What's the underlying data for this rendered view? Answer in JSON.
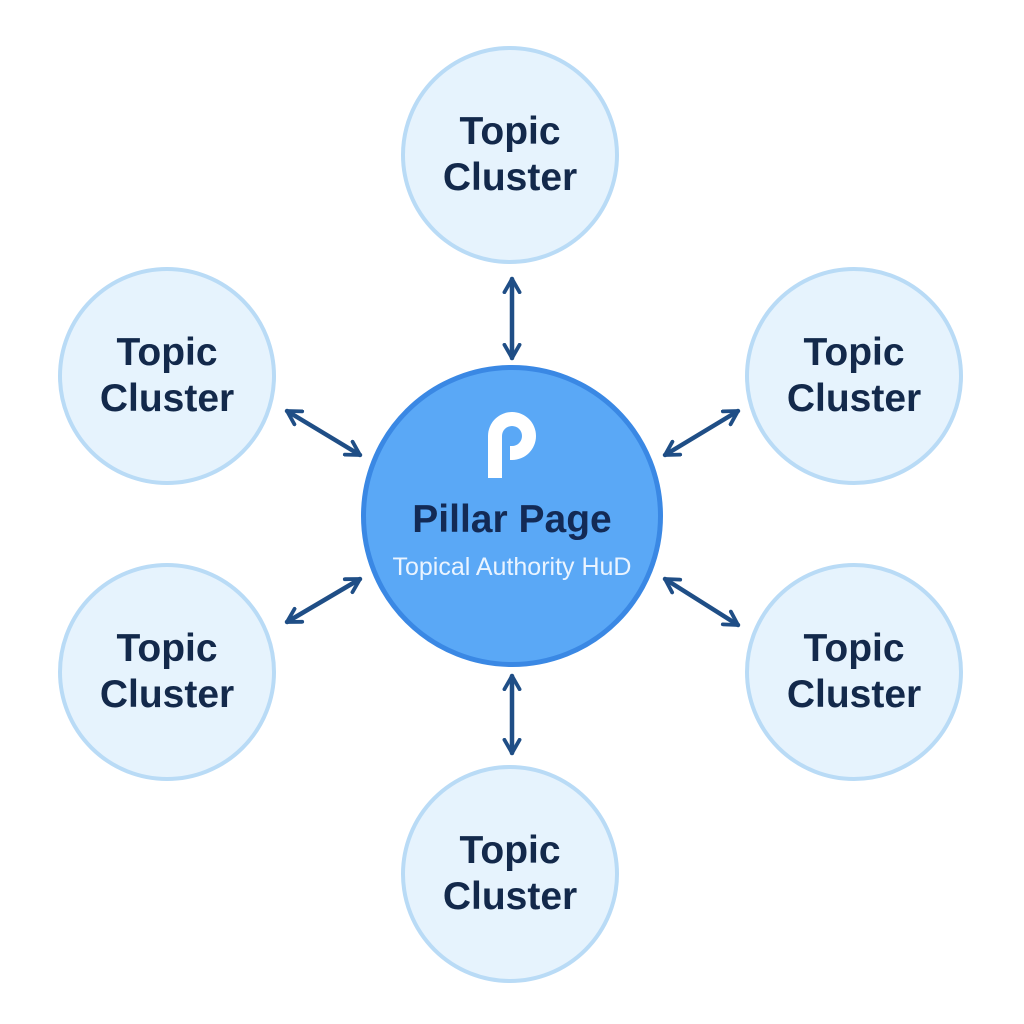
{
  "pillar": {
    "icon": "pillar-logo-icon",
    "title": "Pillar Page",
    "subtitle": "Topical Authority HuD"
  },
  "clusters": [
    {
      "line1": "Topic",
      "line2": "Cluster"
    },
    {
      "line1": "Topic",
      "line2": "Cluster"
    },
    {
      "line1": "Topic",
      "line2": "Cluster"
    },
    {
      "line1": "Topic",
      "line2": "Cluster"
    },
    {
      "line1": "Topic",
      "line2": "Cluster"
    },
    {
      "line1": "Topic",
      "line2": "Cluster"
    }
  ],
  "colors": {
    "pillar_fill": "#5aa8f6",
    "pillar_border": "#3a88e4",
    "pillar_title": "#132a55",
    "cluster_fill": "#e6f3fd",
    "cluster_border": "#b9dbf6",
    "cluster_text": "#13294b",
    "arrow": "#1f4e86"
  },
  "connector_icon": "double-headed-arrow-icon"
}
